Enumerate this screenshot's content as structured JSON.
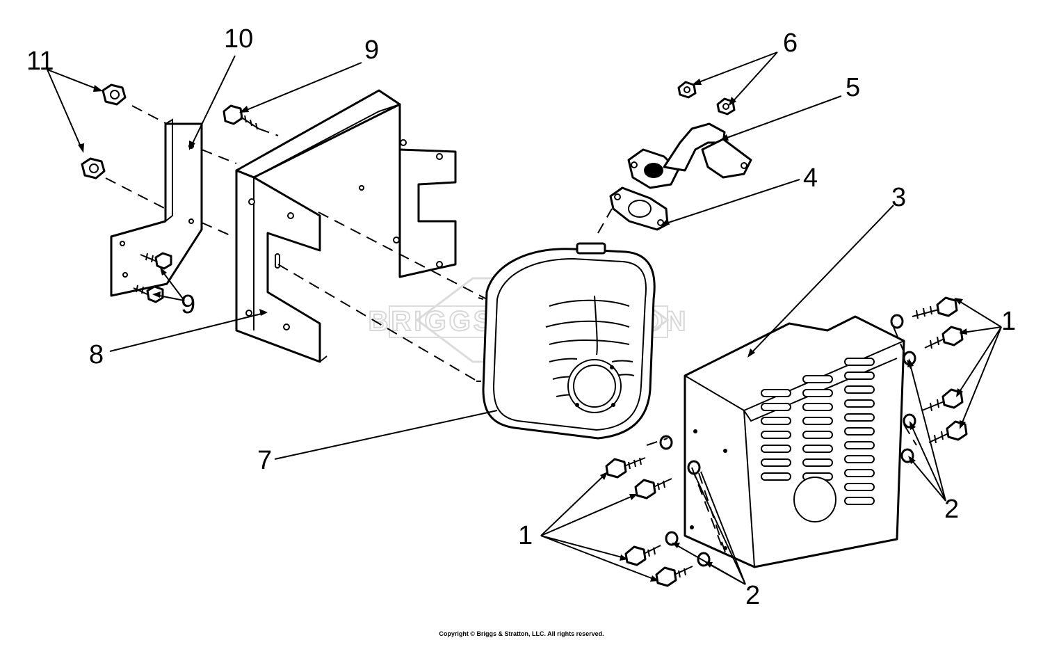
{
  "diagram": {
    "callouts": {
      "c1": "1",
      "c2": "2",
      "c3": "3",
      "c4": "4",
      "c5": "5",
      "c6": "6",
      "c7": "7",
      "c8": "8",
      "c9": "9",
      "c10": "10",
      "c11": "11"
    },
    "watermark": "BRIGGS&STRATTON"
  },
  "footer": {
    "copyright": "Copyright © Briggs & Stratton, LLC. All rights reserved."
  }
}
